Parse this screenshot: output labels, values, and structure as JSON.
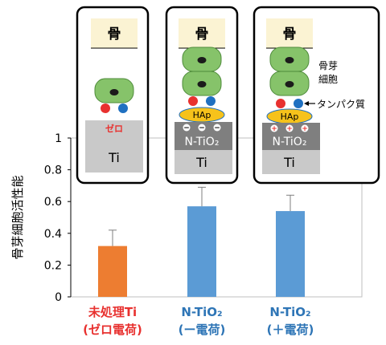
{
  "chart_data": {
    "type": "bar",
    "ylabel": "骨芽細胞活性能",
    "ylim": [
      0,
      1
    ],
    "yticks": [
      "0",
      "0.2",
      "0.4",
      "0.6",
      "0.8",
      "1"
    ],
    "categories": [
      {
        "line1": "未処理Ti",
        "line2": "(ゼロ電荷)"
      },
      {
        "line1": "N-TiO₂",
        "line2": "(ー電荷)"
      },
      {
        "line1": "N-TiO₂",
        "line2": "(＋電荷)"
      }
    ],
    "values": [
      0.32,
      0.57,
      0.54
    ],
    "errors": [
      0.1,
      0.12,
      0.1
    ],
    "colors": [
      "#ED7D31",
      "#5B9BD5",
      "#5B9BD5"
    ],
    "label_colors": [
      "#E8312F",
      "#2E75B6",
      "#2E75B6"
    ]
  },
  "diagrams": {
    "bone_label": "骨",
    "ti_label": "Ti",
    "ntio2_label": "N-TiO₂",
    "hap_label": "HAp",
    "zero_label": "ゼロ",
    "osteoblast_label_line1": "骨芽",
    "osteoblast_label_line2": "細胞",
    "protein_label": "タンパク質",
    "minus_sign": "−",
    "plus_sign": "+"
  },
  "colors": {
    "bone_fill": "#FBF3D3",
    "cell_fill": "#86C36A",
    "cell_dark": "#4E8B3A",
    "nucleus": "#1B1B1B",
    "red_protein": "#E8312F",
    "blue_protein": "#1F70C1",
    "ti_fill": "#C9C9C9",
    "ntio2_fill": "#7F7F7F",
    "hap_fill": "#F6C21B"
  }
}
